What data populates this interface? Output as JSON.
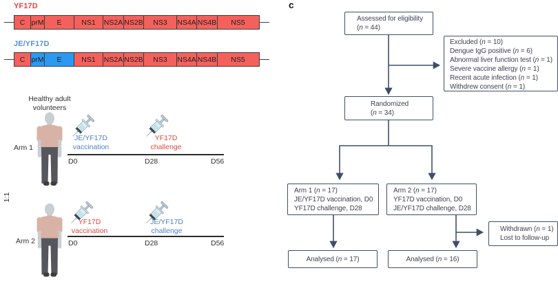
{
  "colors": {
    "accent_red": "#e8413c",
    "accent_blue": "#2b99f0",
    "label_blue": "#5a8fd8",
    "timeline_blue": "#4b7fc6",
    "timeline_red": "#d9493f",
    "flow_border": "#3f4e68"
  },
  "genomes": [
    {
      "label": "YF17D",
      "color": "red",
      "segments": [
        {
          "label": "C",
          "color": "red"
        },
        {
          "label": "prM",
          "color": "red"
        },
        {
          "label": "E",
          "color": "red"
        },
        {
          "label": "NS1",
          "color": "red"
        },
        {
          "label": "NS2A",
          "color": "red"
        },
        {
          "label": "NS2B",
          "color": "red"
        },
        {
          "label": "NS3",
          "color": "red"
        },
        {
          "label": "NS4A",
          "color": "red"
        },
        {
          "label": "NS4B",
          "color": "red"
        },
        {
          "label": "NS5",
          "color": "red"
        }
      ]
    },
    {
      "label": "JE/YF17D",
      "color": "blue",
      "segments": [
        {
          "label": "C",
          "color": "red"
        },
        {
          "label": "prM",
          "color": "blue"
        },
        {
          "label": "E",
          "color": "blue"
        },
        {
          "label": "NS1",
          "color": "red"
        },
        {
          "label": "NS2A",
          "color": "red"
        },
        {
          "label": "NS2B",
          "color": "red"
        },
        {
          "label": "NS3",
          "color": "red"
        },
        {
          "label": "NS4A",
          "color": "red"
        },
        {
          "label": "NS4B",
          "color": "red"
        },
        {
          "label": "NS5",
          "color": "red"
        }
      ]
    }
  ],
  "trial": {
    "volunteers_line1": "Healthy adult",
    "volunteers_line2": "volunteers",
    "ratio_label": "1:1",
    "arms": [
      {
        "name": "Arm 1",
        "vaccination": {
          "line1": "JE/YF17D",
          "line2": "vaccination",
          "color": "blue"
        },
        "challenge": {
          "line1": "YF17D",
          "line2": "challenge",
          "color": "red"
        },
        "timeline": [
          "D0",
          "D28",
          "D56"
        ]
      },
      {
        "name": "Arm 2",
        "vaccination": {
          "line1": "YF17D",
          "line2": "vaccination",
          "color": "red"
        },
        "challenge": {
          "line1": "JE/YF17D",
          "line2": "challenge",
          "color": "blue"
        },
        "timeline": [
          "D0",
          "D28",
          "D56"
        ]
      }
    ]
  },
  "flowchart": {
    "panel_label": "c",
    "assessed": {
      "lines": [
        "Assessed for eligibility",
        "(n = 44)"
      ]
    },
    "excluded": {
      "lines": [
        "Excluded (n = 10)",
        "Dengue IgG positive (n = 6)",
        "Abnormal liver function test (n = 1)",
        "Severe vaccine allergy (n = 1)",
        "Recent acute infection (n = 1)",
        "Withdrew consent (n = 1)"
      ]
    },
    "randomized": {
      "lines": [
        "Randomized",
        "(n = 34)"
      ]
    },
    "arm1": {
      "lines": [
        "Arm 1 (n = 17)",
        "JE/YF17D vaccination, D0",
        "YF17D challenge, D28"
      ]
    },
    "arm2": {
      "lines": [
        "Arm 2 (n = 17)",
        "YF17D vaccination, D0",
        "JE/YF17D challenge, D28"
      ]
    },
    "withdrawn": {
      "lines": [
        "Withdrawn (n = 1)",
        "Lost to follow-up"
      ]
    },
    "analysed1": "Analysed (n = 17)",
    "analysed2": "Analysed (n = 16)"
  }
}
